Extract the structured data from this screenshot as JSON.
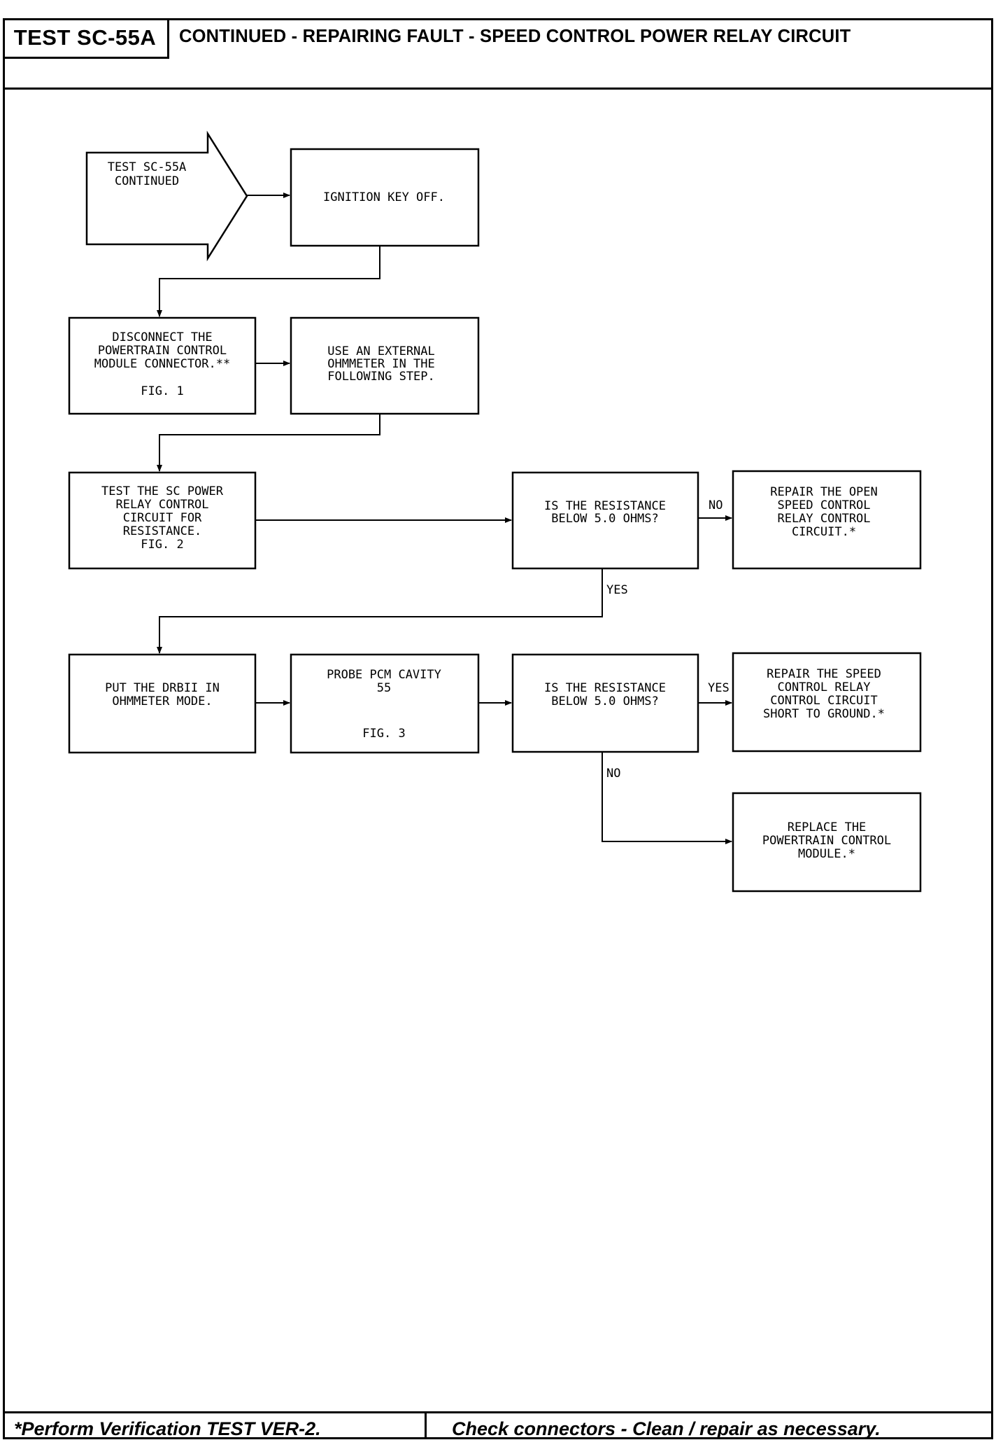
{
  "header": {
    "test_id": "TEST SC-55A",
    "title": "CONTINUED - REPAIRING FAULT - SPEED CONTROL POWER RELAY CIRCUIT"
  },
  "footer": {
    "left": "*Perform Verification TEST VER-2.",
    "right": "Check connectors - Clean / repair as necessary."
  },
  "flow": {
    "start": [
      "TEST SC-55A",
      "CONTINUED"
    ],
    "ignition_off": [
      "IGNITION KEY OFF."
    ],
    "disconnect_pcm": [
      "DISCONNECT THE",
      "POWERTRAIN CONTROL",
      "MODULE CONNECTOR.**",
      "",
      "FIG. 1"
    ],
    "use_external_ohmmeter": [
      "USE AN EXTERNAL",
      "OHMMETER IN THE",
      "FOLLOWING STEP."
    ],
    "test_relay_circuit": [
      "TEST THE SC POWER",
      "RELAY CONTROL",
      "CIRCUIT FOR",
      "RESISTANCE.",
      "FIG. 2"
    ],
    "decision_open": [
      "IS THE RESISTANCE",
      "BELOW 5.0 OHMS?"
    ],
    "repair_open": [
      "REPAIR THE OPEN",
      "SPEED CONTROL",
      "RELAY CONTROL",
      "CIRCUIT.*"
    ],
    "put_drbii": [
      "PUT THE DRBII IN",
      "OHMMETER MODE."
    ],
    "probe_pcm": [
      "PROBE PCM CAVITY",
      "55",
      "",
      "FIG. 3"
    ],
    "decision_short": [
      "IS THE RESISTANCE",
      "BELOW 5.0 OHMS?"
    ],
    "repair_short": [
      "REPAIR THE SPEED",
      "CONTROL RELAY",
      "CONTROL CIRCUIT",
      "SHORT TO GROUND.*"
    ],
    "replace_pcm": [
      "REPLACE THE",
      "POWERTRAIN CONTROL",
      "MODULE.*"
    ],
    "labels": {
      "no_open": "NO",
      "yes_open": "YES",
      "yes_short": "YES",
      "no_short": "NO"
    }
  }
}
